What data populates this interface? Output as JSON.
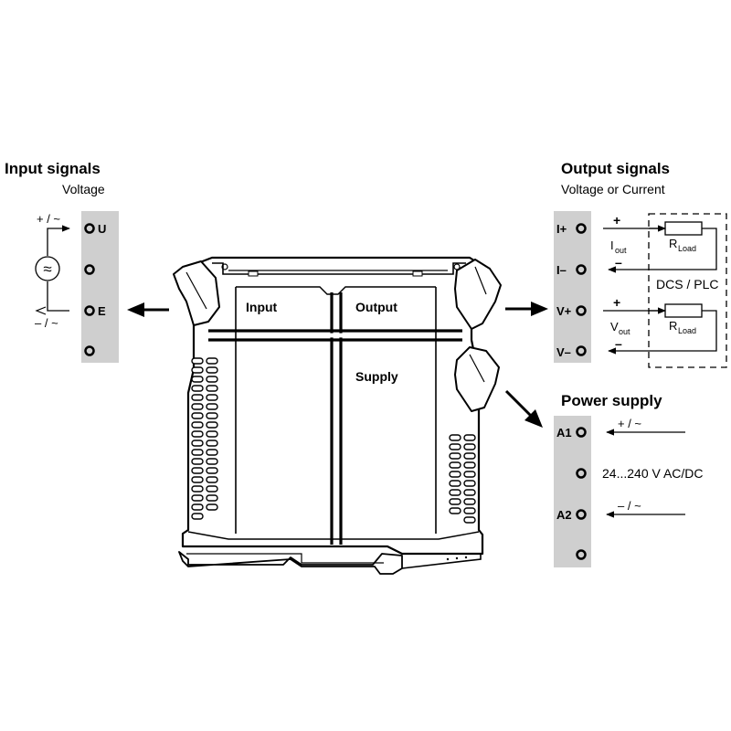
{
  "input": {
    "title": "Input signals",
    "subtitle": "Voltage",
    "terminals": [
      "U",
      "",
      "E",
      ""
    ],
    "polarity_top": "+ / ~",
    "polarity_bottom": "– / ~",
    "source_symbol": "≈"
  },
  "output": {
    "title": "Output signals",
    "subtitle": "Voltage or Current",
    "terminals": [
      "I+",
      "I–",
      "V+",
      "V–"
    ],
    "plus": "+",
    "minus": "–",
    "i_main": "I",
    "i_sub": "out",
    "v_main": "V",
    "v_sub": "out",
    "r_main": "R",
    "r_sub": "Load",
    "system": "DCS / PLC"
  },
  "power": {
    "title": "Power supply",
    "terminals": [
      "A1",
      "",
      "A2",
      ""
    ],
    "polarity_top": "+ / ~",
    "polarity_bottom": "– / ~",
    "range": "24...240 V AC/DC"
  },
  "module": {
    "input_label": "Input",
    "output_label": "Output",
    "supply_label": "Supply"
  }
}
